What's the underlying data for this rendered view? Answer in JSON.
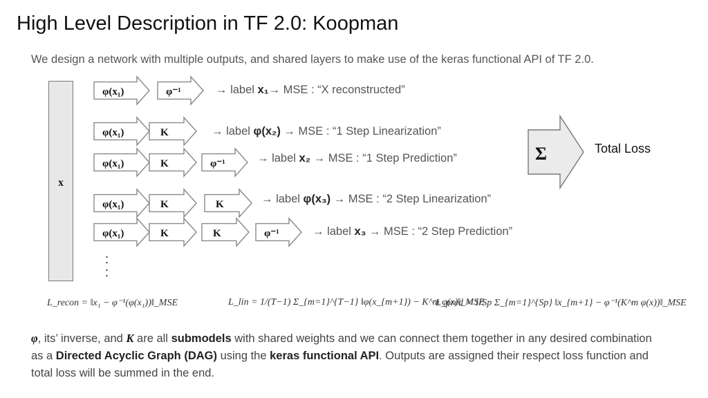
{
  "title": "High Level Description in TF 2.0: Koopman",
  "subtitle": "We design a network with multiple outputs, and shared layers to make use of the keras functional API of TF 2.0.",
  "diagram": {
    "input_label": "x",
    "sum_label": "Σ",
    "total_loss": "Total Loss",
    "continuation": ":\n:",
    "block_labels": {
      "phi_x1": "φ(x₁)",
      "phi_inv": "φ⁻¹",
      "K": "K"
    },
    "rows": [
      {
        "blocks": [
          "phi_x1",
          "phi_inv"
        ],
        "label_parts": [
          "→ label ",
          "x₁",
          "→ MSE : “X reconstructed”"
        ]
      },
      {
        "blocks": [
          "phi_x1",
          "K"
        ],
        "label_parts": [
          "→ label ",
          "φ(x₂)",
          " → MSE : “1 Step Linearization”"
        ]
      },
      {
        "blocks": [
          "phi_x1",
          "K",
          "phi_inv"
        ],
        "label_parts": [
          "→ label ",
          "x₂",
          " → MSE : “1 Step Prediction”"
        ]
      },
      {
        "blocks": [
          "phi_x1",
          "K",
          "K"
        ],
        "label_parts": [
          "→ label ",
          "φ(x₃)",
          " → MSE : “2 Step Linearization”"
        ]
      },
      {
        "blocks": [
          "phi_x1",
          "K",
          "K",
          "phi_inv"
        ],
        "label_parts": [
          "→ label ",
          "x₃",
          " → MSE : “2 Step Prediction”"
        ]
      }
    ]
  },
  "formulas": {
    "recon": "L_recon = ‖x₁ − φ⁻¹(φ(x₁))‖_MSE",
    "lin": "L_lin = 1/(T−1) Σ_{m=1}^{T−1} ‖φ(x_{m+1}) − K^m φ(x)‖_MSE",
    "pred": "L_pred = 1/Sp Σ_{m=1}^{Sp} ‖x_{m+1} − φ⁻¹(K^m φ(x))‖_MSE"
  },
  "paragraph": {
    "phi": "φ",
    "t1": ", its’ inverse, and ",
    "K": "K",
    "t2": " are all ",
    "b1": "submodels",
    "t3": " with shared weights and we can connect them together in any desired combination as a ",
    "b2": "Directed Acyclic Graph (DAG)",
    "t4": " using the ",
    "b3": "keras functional API",
    "t5": ". Outputs are assigned their respect loss function and total loss will be summed in the end."
  }
}
